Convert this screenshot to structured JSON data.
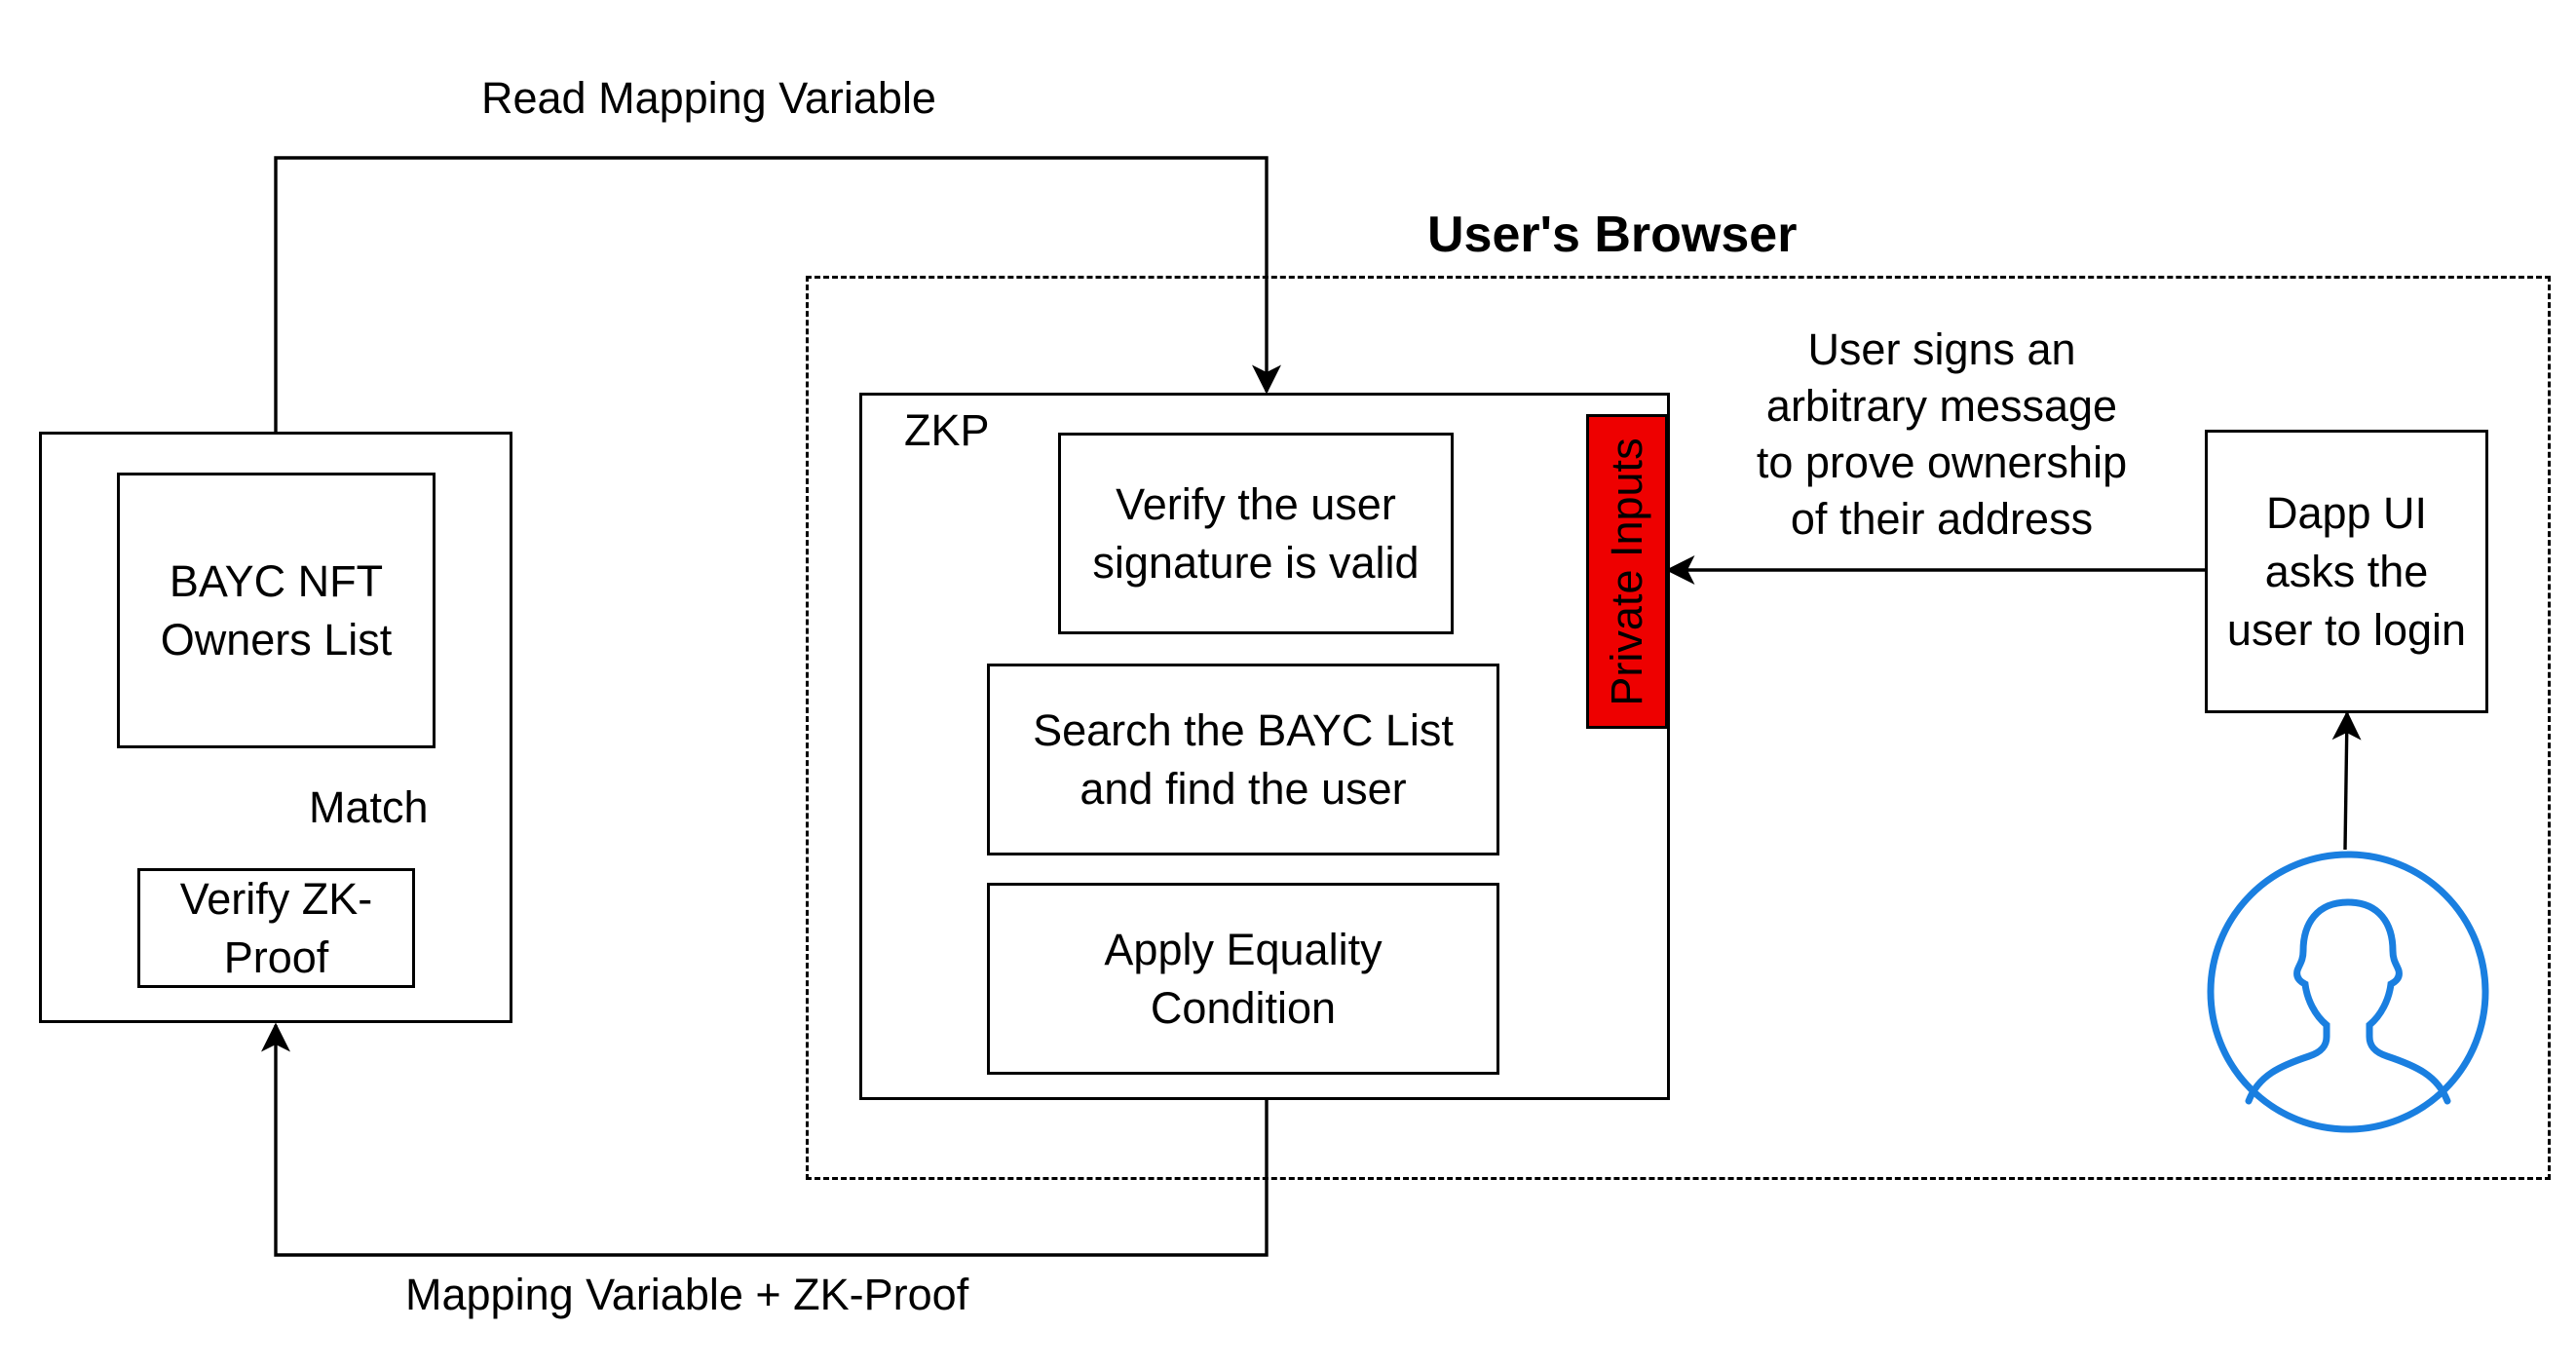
{
  "labels": {
    "read_mapping": "Read Mapping Variable",
    "users_browser": "User's Browser",
    "mapping_plus_proof": "Mapping Variable + ZK-Proof",
    "match": "Match",
    "user_signs": "User signs an\narbitrary message\nto prove ownership\nof their address"
  },
  "left": {
    "owners_list": "BAYC NFT\nOwners List",
    "verify_proof": "Verify ZK-\nProof"
  },
  "zkp": {
    "title": "ZKP",
    "verify_signature": "Verify the user\nsignature is valid",
    "search_list": "Search the BAYC List\nand find the user",
    "apply_equality": "Apply Equality\nCondition",
    "private_inputs": "Private Inputs"
  },
  "dapp": {
    "login": "Dapp UI\nasks the\nuser to login"
  },
  "colors": {
    "private_fill": "#ee0000",
    "user_icon": "#1a7fe0"
  },
  "icons": {
    "user": "user-avatar-icon"
  }
}
